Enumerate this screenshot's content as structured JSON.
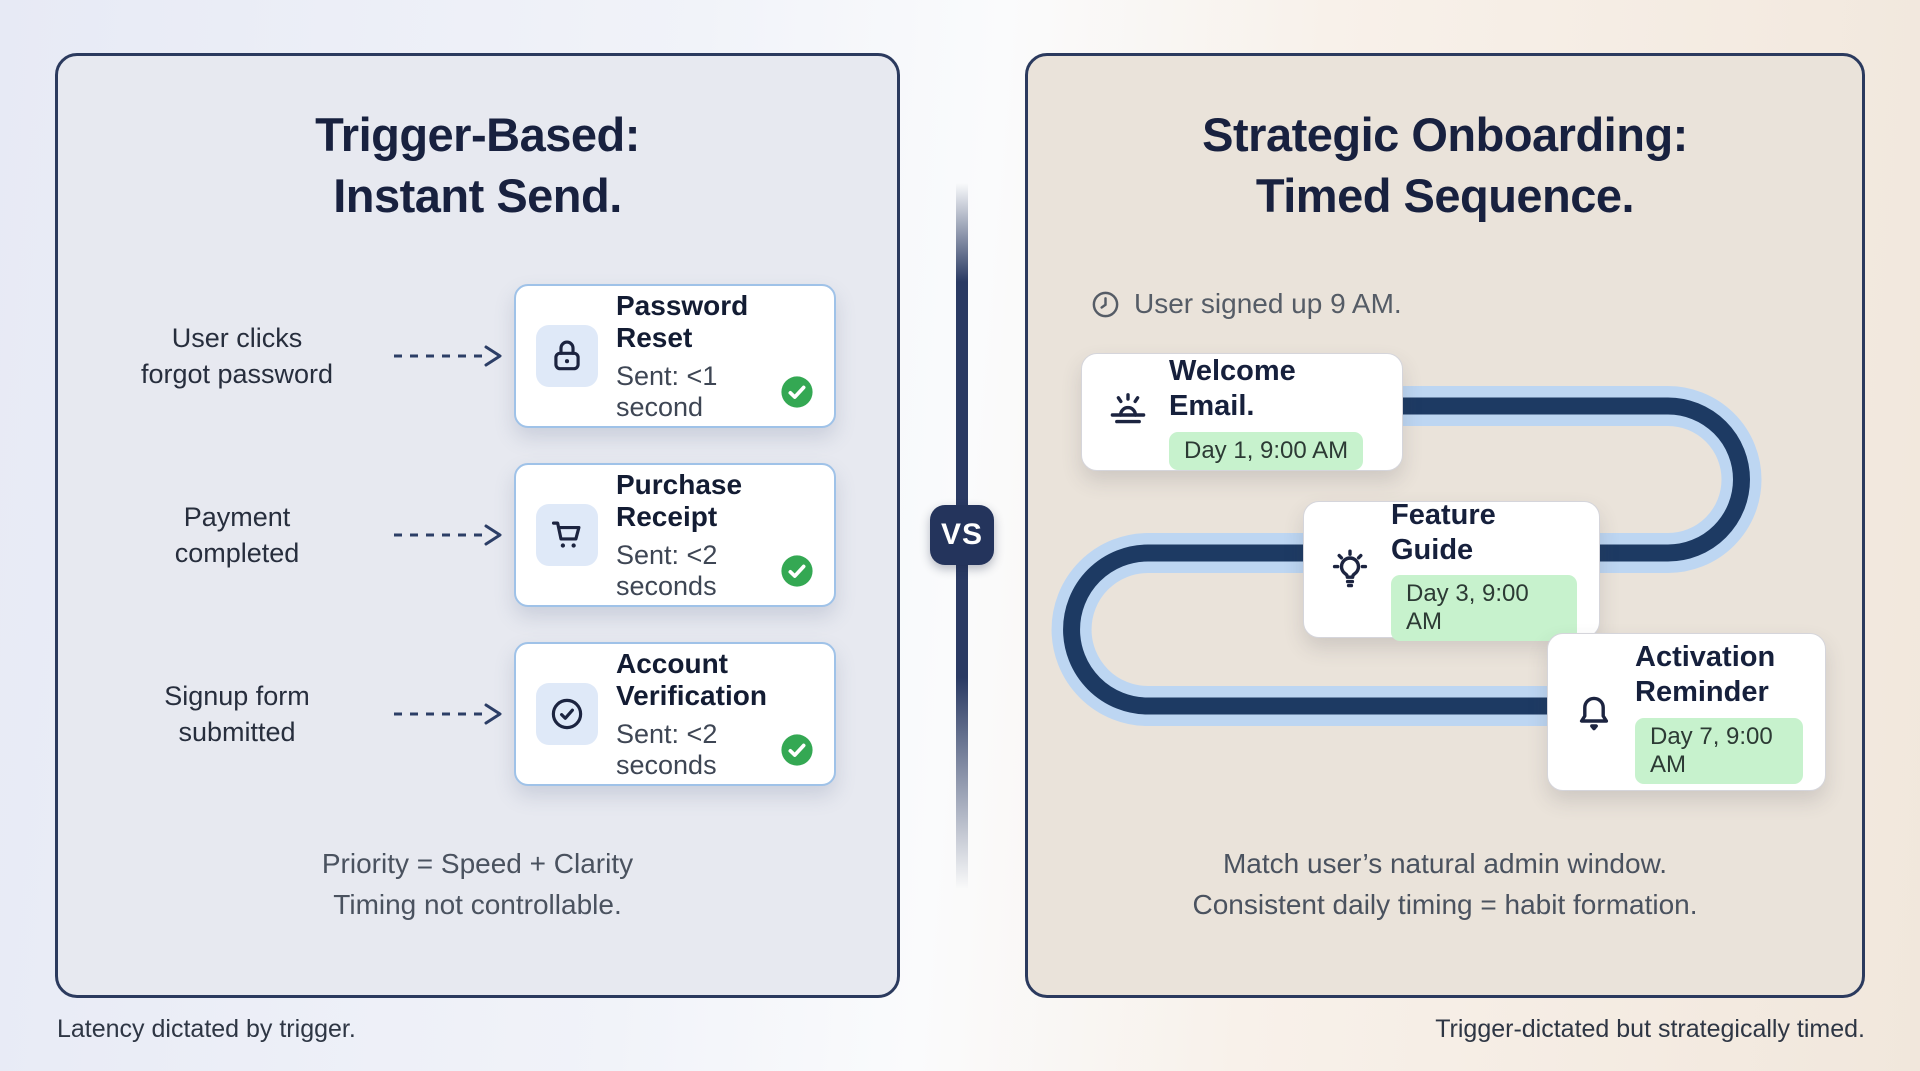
{
  "left_panel": {
    "title_line1": "Trigger-Based:",
    "title_line2": "Instant Send.",
    "rows": [
      {
        "trigger_line1": "User clicks",
        "trigger_line2": "forgot password",
        "icon": "lock-icon",
        "title": "Password Reset",
        "status": "Sent: <1 second"
      },
      {
        "trigger_line1": "Payment",
        "trigger_line2": "completed",
        "icon": "cart-icon",
        "title": "Purchase Receipt",
        "status": "Sent: <2 seconds"
      },
      {
        "trigger_line1": "Signup form",
        "trigger_line2": "submitted",
        "icon": "circle-check-icon",
        "title": "Account Verification",
        "status": "Sent: <2 seconds"
      }
    ],
    "footer_line1": "Priority = Speed + Clarity",
    "footer_line2": "Timing not controllable.",
    "caption": "Latency dictated by trigger."
  },
  "divider": {
    "vs_label": "VS"
  },
  "right_panel": {
    "title_line1": "Strategic Onboarding:",
    "title_line2": "Timed Sequence.",
    "signup_note": "User signed up 9 AM.",
    "steps": [
      {
        "icon": "sunrise-icon",
        "title": "Welcome Email.",
        "badge": "Day 1, 9:00 AM"
      },
      {
        "icon": "lightbulb-icon",
        "title": "Feature Guide",
        "badge": "Day 3, 9:00 AM"
      },
      {
        "icon": "bell-icon",
        "title": "Activation Reminder",
        "badge": "Day 7, 9:00 AM"
      }
    ],
    "footer_line1": "Match user’s natural admin window.",
    "footer_line2": "Consistent daily timing = habit formation.",
    "caption": "Trigger-dictated but strategically timed."
  },
  "colors": {
    "panel_border_navy": "#2b3a5e",
    "title_navy": "#18213f",
    "left_panel_bg": "#e7e9f0",
    "right_panel_bg": "#eae3da",
    "card_border_blue": "#9fc2e8",
    "icon_tile_bg": "#dfe9f8",
    "success_green": "#34a853",
    "pill_green_bg": "#c7f2cd",
    "path_core_navy": "#1d3a63",
    "path_casing_blue": "#bdd6f2",
    "vs_badge_bg": "#24345c"
  }
}
